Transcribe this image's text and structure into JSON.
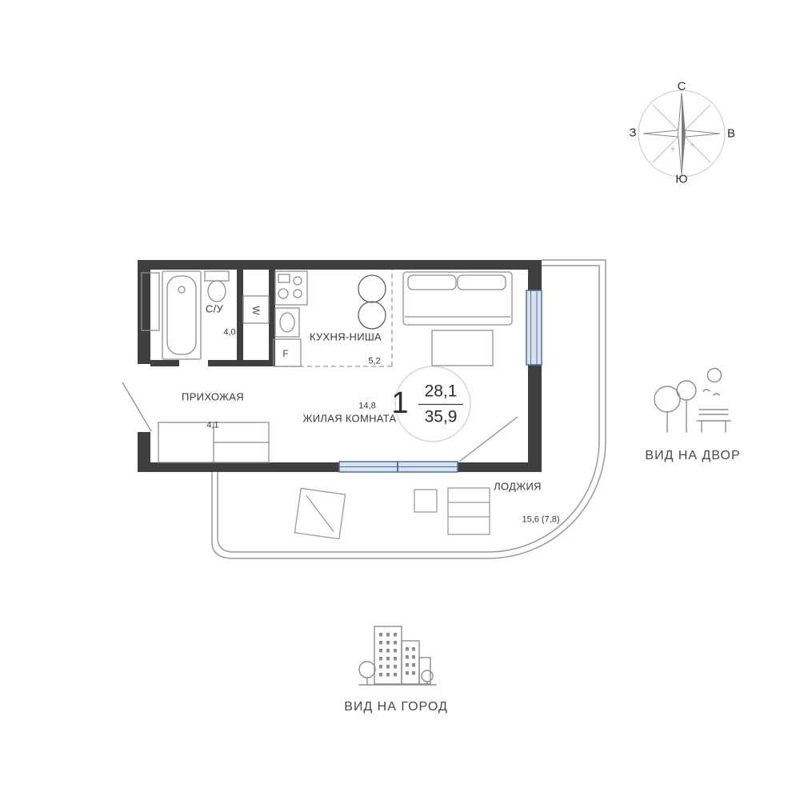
{
  "compass": {
    "n": "С",
    "e": "В",
    "s": "Ю",
    "w": "З"
  },
  "plan": {
    "bathroom": {
      "name": "С/У",
      "area": "4,0"
    },
    "hallway": {
      "name": "ПРИХОЖАЯ",
      "area": "4,1"
    },
    "kitchen": {
      "name": "КУХНЯ-НИША",
      "area": "5,2"
    },
    "living": {
      "name": "ЖИЛАЯ КОМНАТА",
      "area": "14,8"
    },
    "loggia": {
      "name": "ЛОДЖИЯ",
      "area": "15,6 (7,8)"
    },
    "appliances": {
      "washer": "W",
      "fridge": "F"
    },
    "summary": {
      "rooms": "1",
      "living_area": "28,1",
      "total_area": "35,9"
    }
  },
  "views": {
    "courtyard": "ВИД НА ДВОР",
    "city": "ВИД НА ГОРОД"
  },
  "colors": {
    "wall": "#3f3f3f",
    "furniture_line": "#8f8f8f",
    "loggia_line": "#9a9a9a",
    "window_fill": "#d8e2ee",
    "window_frame": "#4f729c",
    "icon": "#8d8d8d",
    "text": "#3a3a3a"
  }
}
